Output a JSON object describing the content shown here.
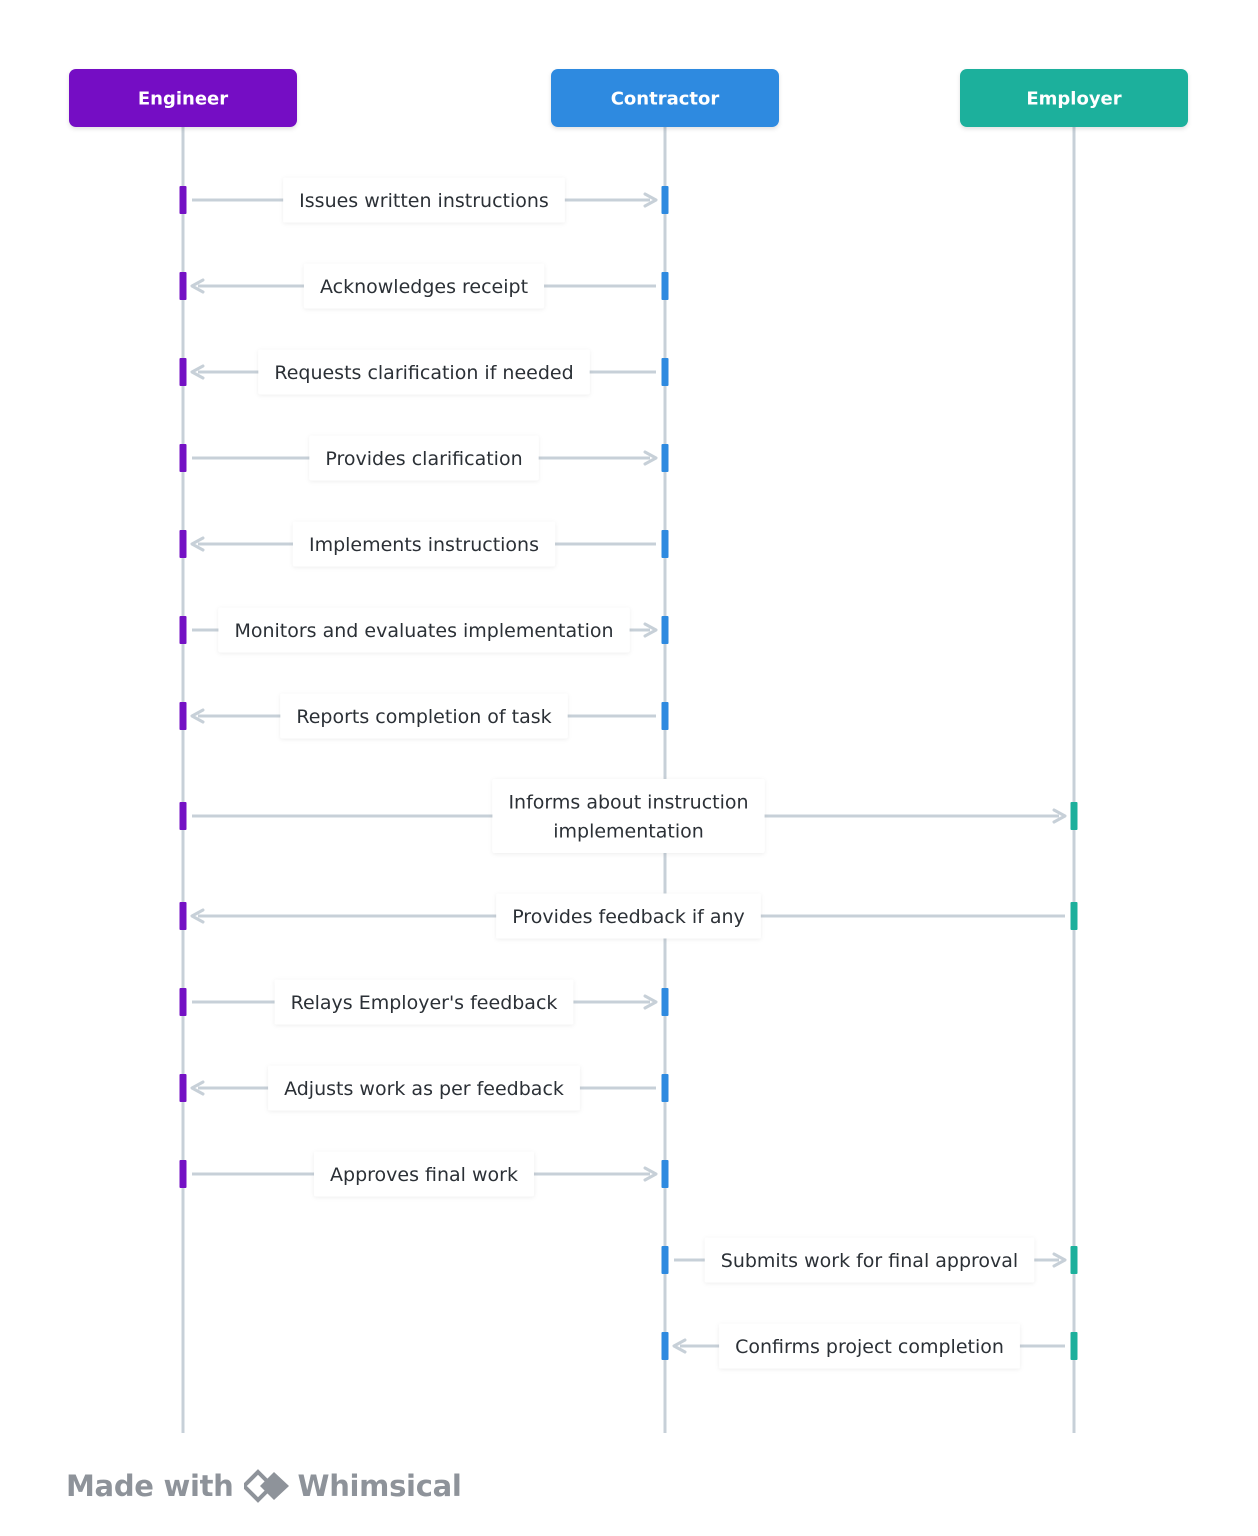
{
  "colors": {
    "lifeline": "#c7d0d8",
    "arrow": "#c7d0d8",
    "text": "#2b3036"
  },
  "actors": [
    {
      "id": "engineer",
      "name": "Engineer",
      "color": "#7411c4"
    },
    {
      "id": "contractor",
      "name": "Contractor",
      "color": "#2e8ae0"
    },
    {
      "id": "employer",
      "name": "Employer",
      "color": "#1cb09c"
    }
  ],
  "messages": [
    {
      "from": "engineer",
      "to": "contractor",
      "lines": [
        "Issues written instructions"
      ]
    },
    {
      "from": "contractor",
      "to": "engineer",
      "lines": [
        "Acknowledges receipt"
      ]
    },
    {
      "from": "contractor",
      "to": "engineer",
      "lines": [
        "Requests clarification if needed"
      ]
    },
    {
      "from": "engineer",
      "to": "contractor",
      "lines": [
        "Provides clarification"
      ]
    },
    {
      "from": "contractor",
      "to": "engineer",
      "lines": [
        "Implements instructions"
      ]
    },
    {
      "from": "engineer",
      "to": "contractor",
      "lines": [
        "Monitors and evaluates implementation"
      ]
    },
    {
      "from": "contractor",
      "to": "engineer",
      "lines": [
        "Reports completion of task"
      ]
    },
    {
      "from": "engineer",
      "to": "employer",
      "lines": [
        "Informs about instruction",
        "implementation"
      ]
    },
    {
      "from": "employer",
      "to": "engineer",
      "lines": [
        "Provides feedback if any"
      ]
    },
    {
      "from": "engineer",
      "to": "contractor",
      "lines": [
        "Relays Employer's feedback"
      ]
    },
    {
      "from": "contractor",
      "to": "engineer",
      "lines": [
        "Adjusts work as per feedback"
      ]
    },
    {
      "from": "engineer",
      "to": "contractor",
      "lines": [
        "Approves final work"
      ]
    },
    {
      "from": "contractor",
      "to": "employer",
      "lines": [
        "Submits work for final approval"
      ]
    },
    {
      "from": "employer",
      "to": "contractor",
      "lines": [
        "Confirms project completion"
      ]
    }
  ],
  "footer": {
    "made_with": "Made with",
    "brand": "Whimsical",
    "logo_icon": "whimsical-logo-icon"
  }
}
